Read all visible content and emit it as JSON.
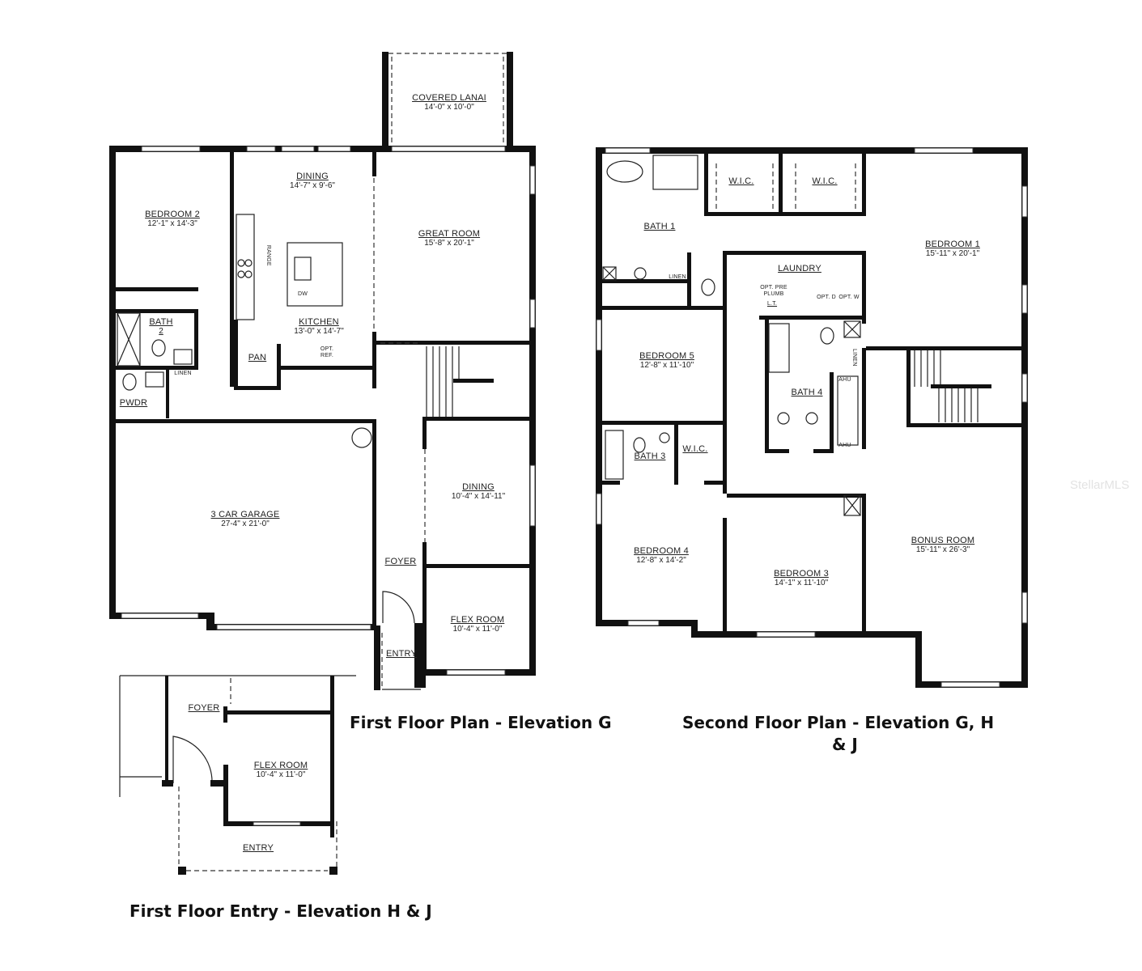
{
  "titles": {
    "first_floor": "First Floor Plan - Elevation G",
    "second_floor_line1": "Second Floor Plan - Elevation G, H",
    "second_floor_line2": "& J",
    "entry_alt": "First Floor Entry - Elevation H & J"
  },
  "watermark": "StellarMLS",
  "first_floor": {
    "rooms": [
      {
        "name": "COVERED LANAI",
        "dims": "14'-0\" x 10'-0\""
      },
      {
        "name": "DINING",
        "dims": "14'-7\" x 9'-6\""
      },
      {
        "name": "BEDROOM 2",
        "dims": "12'-1\" x 14'-3\""
      },
      {
        "name": "GREAT ROOM",
        "dims": "15'-8\" x 20'-1\""
      },
      {
        "name": "KITCHEN",
        "dims": "13'-0\" x 14'-7\""
      },
      {
        "name": "BATH",
        "dims": "2"
      },
      {
        "name": "PAN",
        "dims": ""
      },
      {
        "name": "PWDR",
        "dims": ""
      },
      {
        "name": "3 CAR GARAGE",
        "dims": "27-4\" x 21'-0\""
      },
      {
        "name": "DINING",
        "dims": "10'-4\" x 14'-11\""
      },
      {
        "name": "FOYER",
        "dims": ""
      },
      {
        "name": "FLEX ROOM",
        "dims": "10'-4\" x 11'-0\""
      },
      {
        "name": "ENTRY",
        "dims": ""
      }
    ],
    "fixtures": {
      "range": "RANGE",
      "dw": "DW",
      "opt_ref": "OPT. REF.",
      "linen": "LINEN"
    }
  },
  "second_floor": {
    "rooms": [
      {
        "name": "W.I.C.",
        "dims": ""
      },
      {
        "name": "W.I.C.",
        "dims": ""
      },
      {
        "name": "BATH 1",
        "dims": ""
      },
      {
        "name": "BEDROOM 1",
        "dims": "15'-11\" x 20'-1\""
      },
      {
        "name": "LAUNDRY",
        "dims": ""
      },
      {
        "name": "BEDROOM 5",
        "dims": "12'-8\" x 11'-10\""
      },
      {
        "name": "BATH 4",
        "dims": ""
      },
      {
        "name": "BATH 3",
        "dims": ""
      },
      {
        "name": "W.I.C.",
        "dims": ""
      },
      {
        "name": "BEDROOM 4",
        "dims": "12'-8\" x 14'-2\""
      },
      {
        "name": "BEDROOM 3",
        "dims": "14'-1\" x 11'-10\""
      },
      {
        "name": "BONUS ROOM",
        "dims": "15'-11\" x 26'-3\""
      }
    ],
    "fixtures": {
      "linen": "LINEN",
      "linen2": "LINEN",
      "opt_pre_plumb": "OPT. PRE PLUMB",
      "lt": "L.T.",
      "opt_w": "OPT. W",
      "opt_d": "OPT. D",
      "ahu": "AHU",
      "ahu2": "AHU"
    }
  },
  "entry_alt": {
    "rooms": [
      {
        "name": "FOYER",
        "dims": ""
      },
      {
        "name": "FLEX ROOM",
        "dims": "10'-4\" x 11'-0\""
      },
      {
        "name": "ENTRY",
        "dims": ""
      }
    ]
  }
}
